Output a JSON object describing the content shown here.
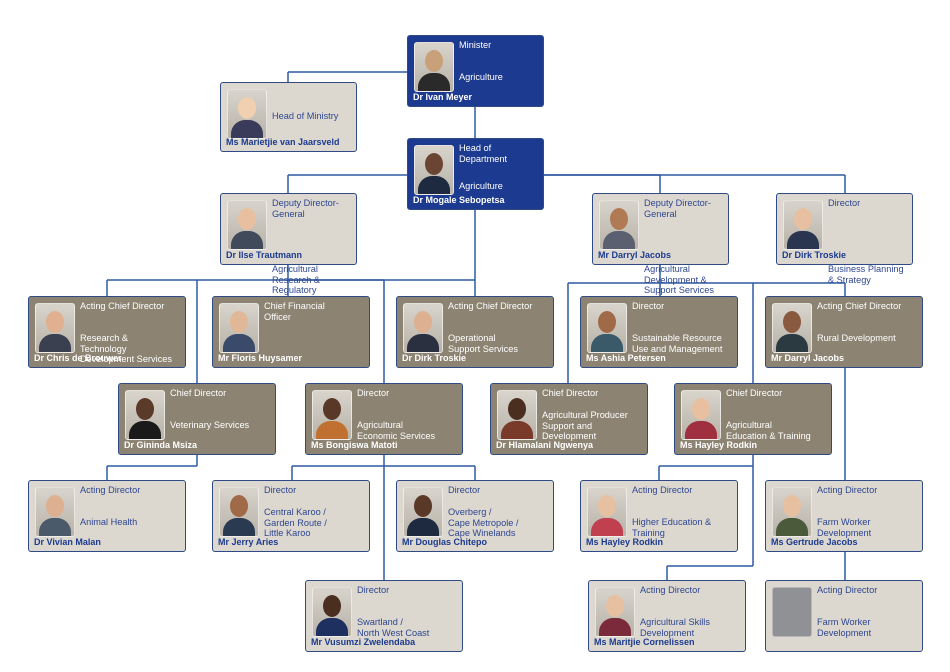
{
  "nodes": [
    {
      "id": "minister",
      "role": "Minister",
      "dept": "Agriculture",
      "name": "Dr Ivan Meyer",
      "style": "blue"
    },
    {
      "id": "hom",
      "role": "",
      "dept": "Head of Ministry",
      "name": "Ms Marietjie van Jaarsveld",
      "style": "light"
    },
    {
      "id": "hod",
      "role": "Head of\nDepartment",
      "dept": "Agriculture",
      "name": "Dr Mogale Sebopetsa",
      "style": "blue"
    },
    {
      "id": "ddg-research",
      "role": "Deputy Director-\nGeneral",
      "dept": "Agricultural\nResearch &\nRegulatory Services",
      "name": "Dr Ilse Trautmann",
      "style": "light"
    },
    {
      "id": "ddg-dev",
      "role": "Deputy Director-\nGeneral",
      "dept": "Agricultural\nDevelopment &\nSupport Services",
      "name": "Mr Darryl Jacobs",
      "style": "light"
    },
    {
      "id": "dir-bps",
      "role": "Director",
      "dept": "Business Planning\n& Strategy",
      "name": "Dr Dirk Troskie",
      "style": "light"
    },
    {
      "id": "acd-rtds",
      "role": "Acting Chief Director",
      "dept": "Research &\nTechnology\nDevelopment Services",
      "name": "Dr Chris de Brouwer",
      "style": "brown"
    },
    {
      "id": "cfo",
      "role": "Chief Financial\nOfficer",
      "dept": "",
      "name": "Mr Floris Huysamer",
      "style": "brown"
    },
    {
      "id": "acd-oss",
      "role": "Acting Chief Director",
      "dept": "Operational\nSupport Services",
      "name": "Dr Dirk Troskie",
      "style": "brown"
    },
    {
      "id": "dir-srum",
      "role": "Director",
      "dept": "Sustainable Resource\nUse and Management",
      "name": "Ms Ashia Petersen",
      "style": "brown"
    },
    {
      "id": "acd-rd",
      "role": "Acting Chief Director",
      "dept": "Rural Development",
      "name": "Mr Darryl Jacobs",
      "style": "brown"
    },
    {
      "id": "cd-vet",
      "role": "Chief Director",
      "dept": "Veterinary Services",
      "name": "Dr Gininda Msiza",
      "style": "brown"
    },
    {
      "id": "dir-aes",
      "role": "Director",
      "dept": "Agricultural\nEconomic Services",
      "name": "Ms Bongiswa Matoti",
      "style": "brown"
    },
    {
      "id": "cd-apsd",
      "role": "Chief Director",
      "dept": "Agricultural Producer\nSupport and\nDevelopment",
      "name": "Dr Hlamalani Ngwenya",
      "style": "brown"
    },
    {
      "id": "cd-aet",
      "role": "Chief Director",
      "dept": "Agricultural\nEducation & Training",
      "name": "Ms Hayley Rodkin",
      "style": "brown"
    },
    {
      "id": "ad-ah",
      "role": "Acting Director",
      "dept": "Animal Health",
      "name": "Dr Vivian Malan",
      "style": "light"
    },
    {
      "id": "dir-ck",
      "role": "Director",
      "dept": "Central Karoo /\nGarden Route /\nLittle Karoo",
      "name": "Mr Jerry Aries",
      "style": "light"
    },
    {
      "id": "dir-ow",
      "role": "Director",
      "dept": "Overberg /\nCape Metropole /\nCape Winelands",
      "name": "Mr Douglas Chitepo",
      "style": "light"
    },
    {
      "id": "ad-het",
      "role": "Acting Director",
      "dept": "Higher Education &\nTraining",
      "name": "Ms Hayley Rodkin",
      "style": "light"
    },
    {
      "id": "ad-fwd",
      "role": "Acting Director",
      "dept": "Farm Worker\nDevelopment",
      "name": "Ms Gertrude Jacobs",
      "style": "light"
    },
    {
      "id": "dir-sw",
      "role": "Director",
      "dept": "Swartland /\nNorth West Coast",
      "name": "Mr Vusumzi Zwelendaba",
      "style": "light"
    },
    {
      "id": "ad-asd",
      "role": "Acting Director",
      "dept": "Agricultural Skills\nDevelopment",
      "name": "Ms Maritjie Cornelissen",
      "style": "light"
    },
    {
      "id": "ad-fwd2",
      "role": "Acting Director",
      "dept": "Farm Worker\nDevelopment",
      "name": "",
      "style": "light",
      "blank_photo": true
    }
  ],
  "colors": {
    "line": "#2f5aa0",
    "blue": "#1c3a8f",
    "brown": "#8c8372",
    "light": "#dcd8d0"
  }
}
